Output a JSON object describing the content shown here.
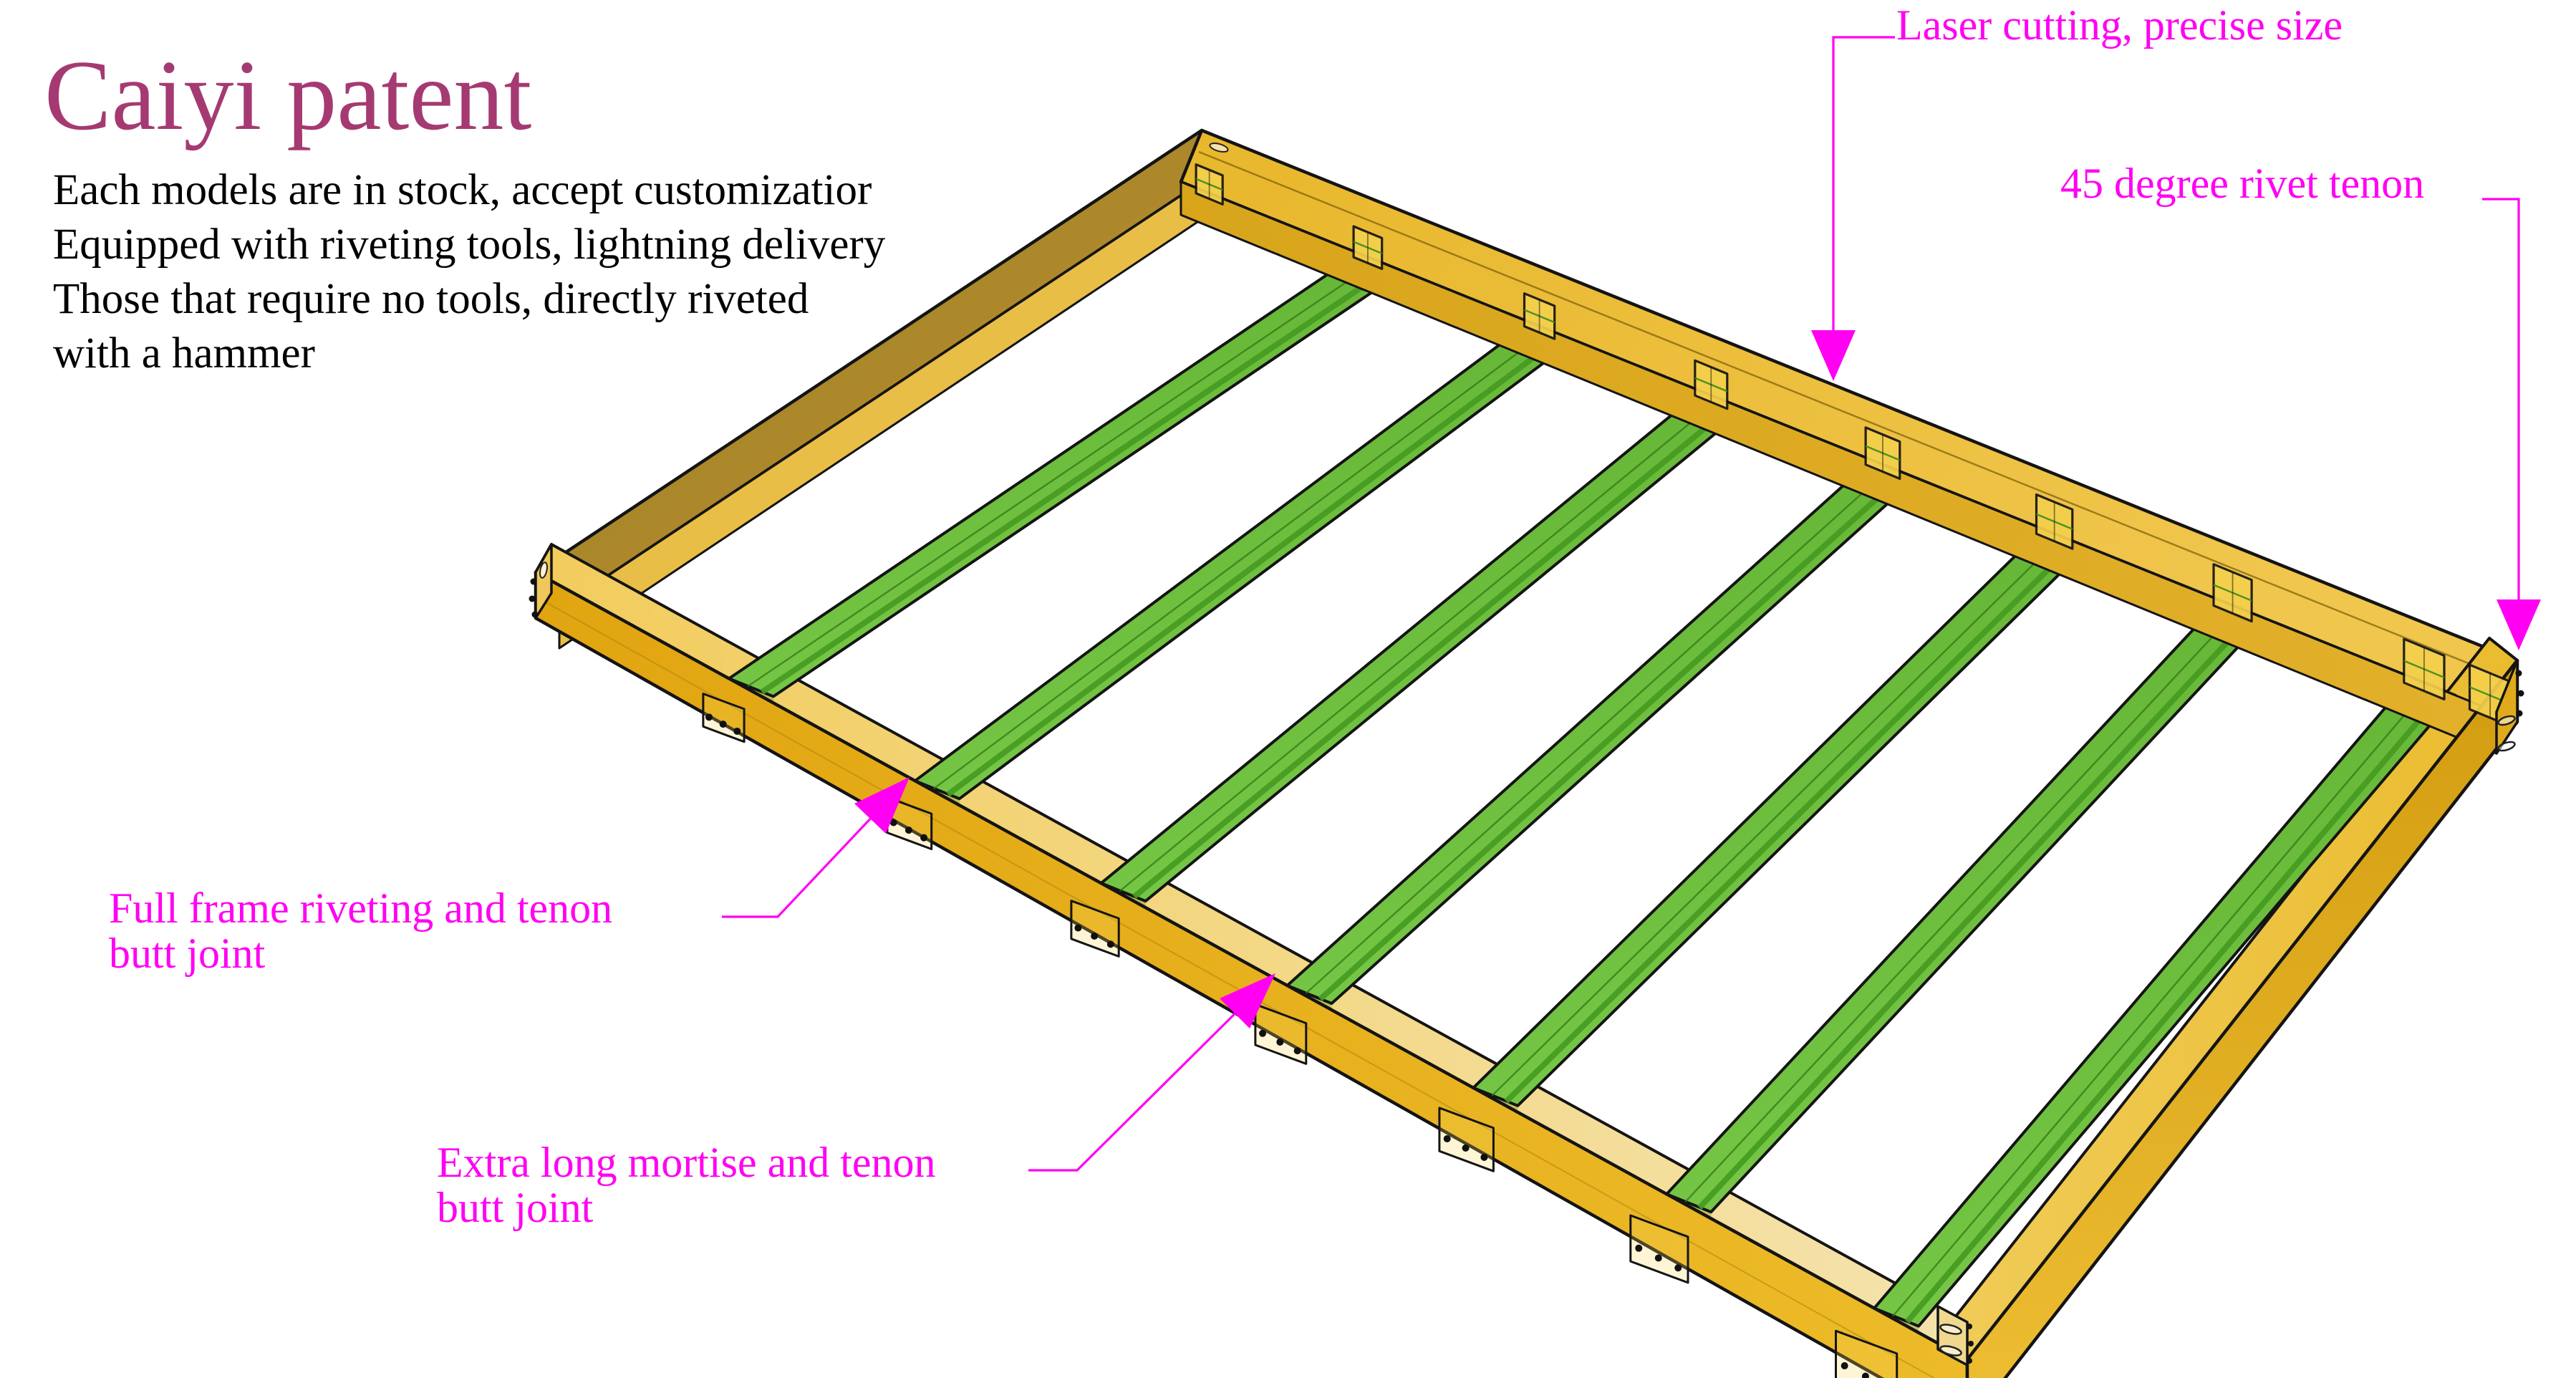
{
  "title": "Caiyi patent",
  "description": {
    "lines": [
      "Each models are in stock, accept customizatior",
      "Equipped with riveting tools, lightning delivery",
      "Those that require no tools, directly riveted",
      "with a hammer"
    ]
  },
  "annotations": {
    "laser_cutting": {
      "text": "Laser cutting, precise size"
    },
    "rivet_tenon_45": {
      "text": "45 degree rivet tenon"
    },
    "full_frame": {
      "line1": "Full frame riveting and tenon",
      "line2": "butt joint"
    },
    "extra_long": {
      "line1": "Extra long mortise and tenon",
      "line2": "butt joint"
    }
  },
  "colors": {
    "accent_magenta": "#FF00F2",
    "title_color": "#A53A72",
    "text_black": "#000000",
    "frame_gold": "#ECBC37",
    "frame_gold_dark": "#E2A915",
    "frame_orange": "#C5852E",
    "frame_cream": "#F3E1A8",
    "slat_green": "#6DBE3C",
    "outline_black": "#141414"
  },
  "diagram": {
    "type": "bed-frame-3d-illustration",
    "slat_count": 7,
    "joint_count_top_rail": 7,
    "joint_count_bottom_rail": 7
  }
}
